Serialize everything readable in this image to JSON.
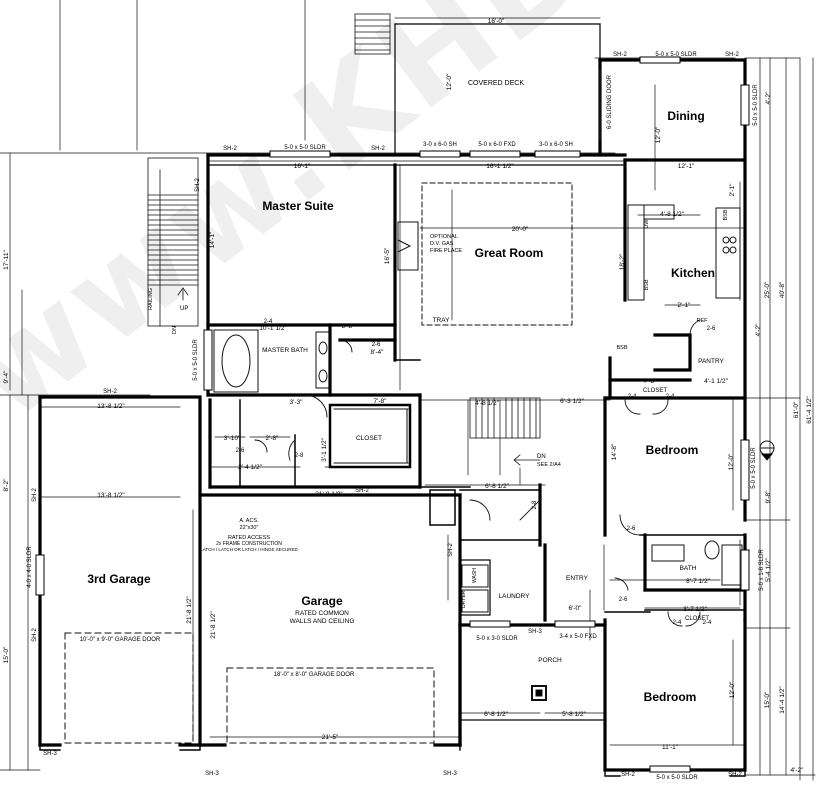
{
  "rooms": {
    "covered_deck": "COVERED DECK",
    "dining": "Dining",
    "master_suite": "Master Suite",
    "great_room": "Great Room",
    "kitchen": "Kitchen",
    "master_bath": "MASTER BATH",
    "closet_master": "CLOSET",
    "bedroom_1": "Bedroom",
    "bedroom_2": "Bedroom",
    "third_garage": "3rd Garage",
    "garage": "Garage",
    "garage_note_1": "RATED COMMON",
    "garage_note_2": "WALLS AND CEILING",
    "laundry": "LAUNDRY",
    "entry": "ENTRY",
    "porch": "PORCH",
    "bath": "BATH",
    "pantry": "PANTRY",
    "closet_bed1": "CLOSET",
    "closet_bed2": "CLOSET",
    "tray": "TRAY",
    "fireplace_1": "OPTIONAL",
    "fireplace_2": "D.V. GAS",
    "fireplace_3": "FIRE PLACE",
    "railing": "RAILING",
    "up": "UP",
    "dn": "DN",
    "dn_see": "DN",
    "see_sheet": "SEE 2/A4",
    "rated_access_1": "RATED ACCESS",
    "rated_access_2": "2x FRAME CONSTRUCTION",
    "latch_note": "LATCH / LATCH OR LATCH / HINGE SECURED",
    "attic": "A. ACS.",
    "attic_size": "22\"x30\"",
    "dryer": "DRYER",
    "washer": "WASH"
  },
  "dimensions": {
    "top_deck": "16'-0\"",
    "deck_depth": "12'-0\"",
    "master_width": "16'-1\"",
    "great_room_top": "16'-1 1/2\"",
    "dining_width": "12'-1\"",
    "great_room_span": "20'-0\"",
    "master_depth": "14'-1\"",
    "master_len": "16'-5\"",
    "dining_depth": "12'-0\"",
    "kitchen_depth": "18'-2\"",
    "kitchen_1": "4'-8 1/2\"",
    "kitchen_2": "2'-1\"",
    "third_garage_w": "13'-8 1/2\"",
    "third_garage_w2": "13'-8 1/2\"",
    "garage_w": "21'-8 1/2\"",
    "garage_bottom": "21'-5\"",
    "garage_depth": "21'-8 1/2\"",
    "garage_depth2": "21'-8 1/2\"",
    "bedroom1_depth": "14'-8\"",
    "bedroom1_w": "12'-0\"",
    "bedroom2_w": "11'-1\"",
    "bedroom2_d": "12'-0\"",
    "hall_w": "6'-3 1/2\"",
    "stair_w": "6'-8 1/2\"",
    "porch_w": "6'-8 1/2\"",
    "porch_w2": "5'-8 1/2\"",
    "entry_w": "6'-0\"",
    "closet_w": "7'-8\"",
    "closet_w2": "3'-7 1/2\"",
    "bath_w": "8'-7 1/2\"",
    "bath_w2": "4'-1 1/2\"",
    "left_total": "17'-11\"",
    "left_2": "9'-4\"",
    "left_3": "8'-2\"",
    "left_4": "15'-0\"",
    "right_total_1": "25'-0\"",
    "right_total_2": "40'-8\"",
    "right_total_3": "61'-0\"",
    "right_total_4": "61'-4 1/2\"",
    "right_bed": "15'-0\"",
    "right_bed2": "14'-4 1/2\"",
    "right_b": "9'-8\"",
    "right_c": "5'-4 1/2\"",
    "right_d": "4'-2\"",
    "right_e": "4'-2\"",
    "right_f": "2'-1\"",
    "right_top": "4'-2\"",
    "master_bath_w": "10'-1 1/2\"",
    "master_hall": "5'-8\"",
    "lower_left": "3'-10\"",
    "lower_b": "2'-8\"",
    "lower_c": "3'-1 1/2\"",
    "lower_d": "3'-3\"",
    "lower_e": "2'-4 1/2\"",
    "lower_f": "4'-8 1/2\"",
    "lower_g": "7'-8\"",
    "lower_h": "8'-4\""
  },
  "headers": {
    "sh2_a": "SH-2",
    "sh2_b": "SH-2",
    "sh2_c": "SH-2",
    "sh2_d": "SH-2",
    "sh2_e": "SH-2",
    "sh2_f": "SH-2",
    "sh2_g": "SH-2",
    "sh2_h": "SH-2",
    "sh2_i": "SH-2",
    "sh2_j": "SH-2",
    "sh2_k": "SH-2",
    "sh2_l": "SH-2",
    "sh3_a": "SH-3",
    "sh3_b": "SH-3",
    "sh3_c": "SH-3",
    "sh3_d": "SH-3"
  },
  "openings": {
    "master_sldr": "5-0 x 5-0 SLDR",
    "dining_sldr": "5-0 x 5-0 SLDR",
    "dining_side_sldr": "5-0 x 5-0 SLDR",
    "sliding_door": "6-0 SLIDING DOOR",
    "deck_sh_1": "3-0 x 6-0 SH",
    "deck_fxd": "5-0 x 6-0 FXD",
    "deck_sh_2": "3-0 x 6-0 SH",
    "master_side_sldr": "5-0 x 5-0 SLDR",
    "bedroom1_sldr": "5-0 x 5-0 SLDR",
    "bath_sldr": "5-0 x 1-6 SLDR",
    "porch_sldr": "5-0 x 3-0 SLDR",
    "porch_fxd": "3-4 x 5-0 FXD",
    "garage3_sldr": "4-0 x 4-0 SLDR",
    "bedroom2_sldr": "5-0 x 5-0 SLDR",
    "garage3_door": "10'-0\" x 9'-0\" GARAGE DOOR",
    "garage_door": "18'-0\" x 8'-0\" GARAGE DOOR"
  },
  "doors": {
    "d1": "2-4",
    "d2": "2-6",
    "d3": "2-6",
    "d4": "2-4",
    "d5": "2-4",
    "d6": "2-6",
    "d7": "2-8",
    "d8": "2-6",
    "d9": "2-4",
    "d10": "2-4",
    "d11": "2-6",
    "d12": "2-8"
  },
  "kitchen_labels": {
    "dw": "DW",
    "ref": "REF",
    "bsb": "BSB",
    "bsb2": "BSB",
    "bsb3": "BSB"
  },
  "watermark": "www.KHDesign.com"
}
